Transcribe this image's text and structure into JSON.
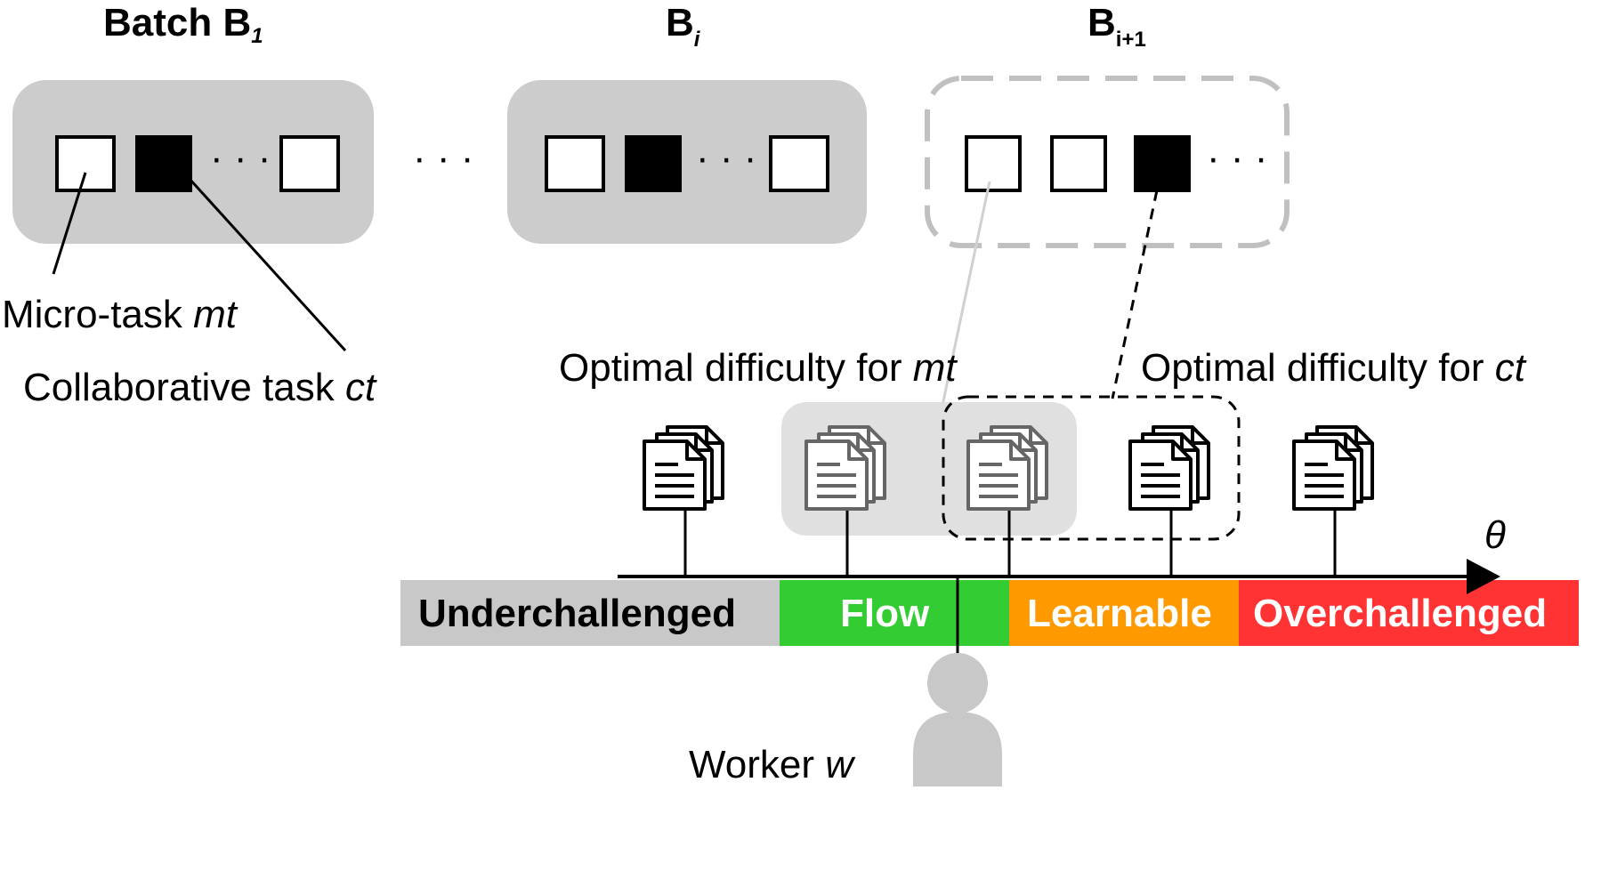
{
  "batches": [
    {
      "main": "Batch B",
      "sub": "1"
    },
    {
      "main": "B",
      "sub": "i"
    },
    {
      "main": "B",
      "sub": "i+1"
    }
  ],
  "labels": {
    "microtask_prefix": "Micro-task ",
    "microtask_var": "mt",
    "collab_prefix": "Collaborative task ",
    "collab_var": "ct",
    "optimal_mt_prefix": "Optimal difficulty for ",
    "optimal_mt_var": "mt",
    "optimal_ct_prefix": "Optimal difficulty for ",
    "optimal_ct_var": "ct",
    "worker_prefix": "Worker ",
    "worker_var": "w",
    "axis": "θ",
    "ellipsis": "· · ·"
  },
  "zones": [
    {
      "label": "Underchallenged",
      "color": "#c8c8c8",
      "text_color": "#000000"
    },
    {
      "label": "Flow",
      "color": "#33cc33",
      "text_color": "#ffffff"
    },
    {
      "label": "Learnable",
      "color": "#ff9900",
      "text_color": "#ffffff"
    },
    {
      "label": "Overchallenged",
      "color": "#ff3333",
      "text_color": "#ffffff"
    }
  ],
  "colors": {
    "batch_bg": "#cccccc",
    "flow_highlight": "#e0e0e0",
    "dashed": "#c0c0c0",
    "worker": "#c8c8c8"
  }
}
